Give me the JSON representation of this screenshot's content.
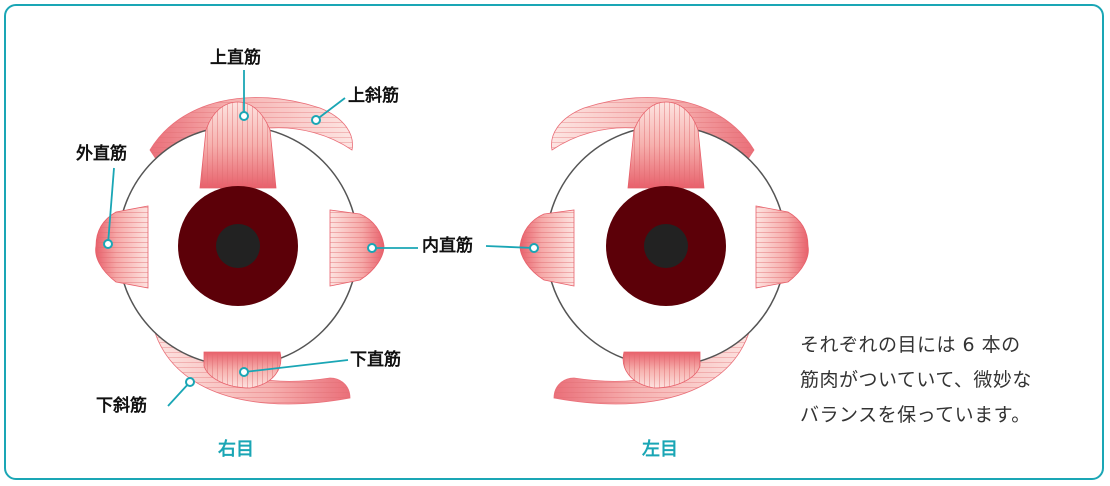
{
  "labels": {
    "superior_rectus": "上直筋",
    "superior_oblique": "上斜筋",
    "lateral_rectus": "外直筋",
    "medial_rectus": "内直筋",
    "inferior_rectus": "下直筋",
    "inferior_oblique": "下斜筋"
  },
  "eyes": {
    "right": "右目",
    "left": "左目"
  },
  "caption": [
    "それぞれの目には 6 本の",
    "筋肉がついていて、微妙な",
    "バランスを保っています。"
  ],
  "colors": {
    "border": "#1aa6b5",
    "leader": "#1aa6b5",
    "muscle_light": "#fbd3cf",
    "muscle_dark": "#e8606b",
    "iris": "#5c0008",
    "pupil": "#222222"
  }
}
